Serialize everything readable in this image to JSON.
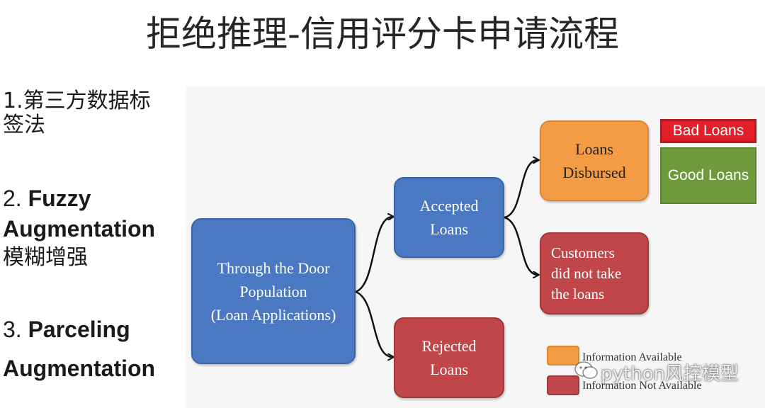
{
  "title": "拒绝推理-信用评分卡申请流程",
  "side": {
    "item1": {
      "line1": "1.第三方数据标",
      "line2": "签法"
    },
    "item2": {
      "num": "2. ",
      "bold1": "Fuzzy",
      "bold2": "Augmentation",
      "cn": "模糊增强"
    },
    "item3": {
      "num": "3. ",
      "bold1": "Parceling",
      "bold2": "Augmentation"
    }
  },
  "diagram": {
    "population": {
      "line1": "Through the Door",
      "line2": "Population",
      "line3": "(Loan Applications)"
    },
    "accepted": {
      "line1": "Accepted",
      "line2": "Loans"
    },
    "rejected": {
      "line1": "Rejected",
      "line2": "Loans"
    },
    "disbursed": {
      "line1": "Loans",
      "line2": "Disbursed"
    },
    "not_taken": {
      "line1": "Customers",
      "line2": "did not take",
      "line3": "the loans"
    },
    "bad_loans": "Bad Loans",
    "good_loans": "Good Loans",
    "legend": {
      "available": "Information Available",
      "not_available": "Information Not Available"
    },
    "colors": {
      "blue": "#4a78c2",
      "red": "#c0464a",
      "orange": "#f49c45",
      "bad": "#e3202a",
      "good": "#6e9a3c"
    }
  },
  "watermark": {
    "text": "python风控模型",
    "icon": "wechat-icon"
  }
}
